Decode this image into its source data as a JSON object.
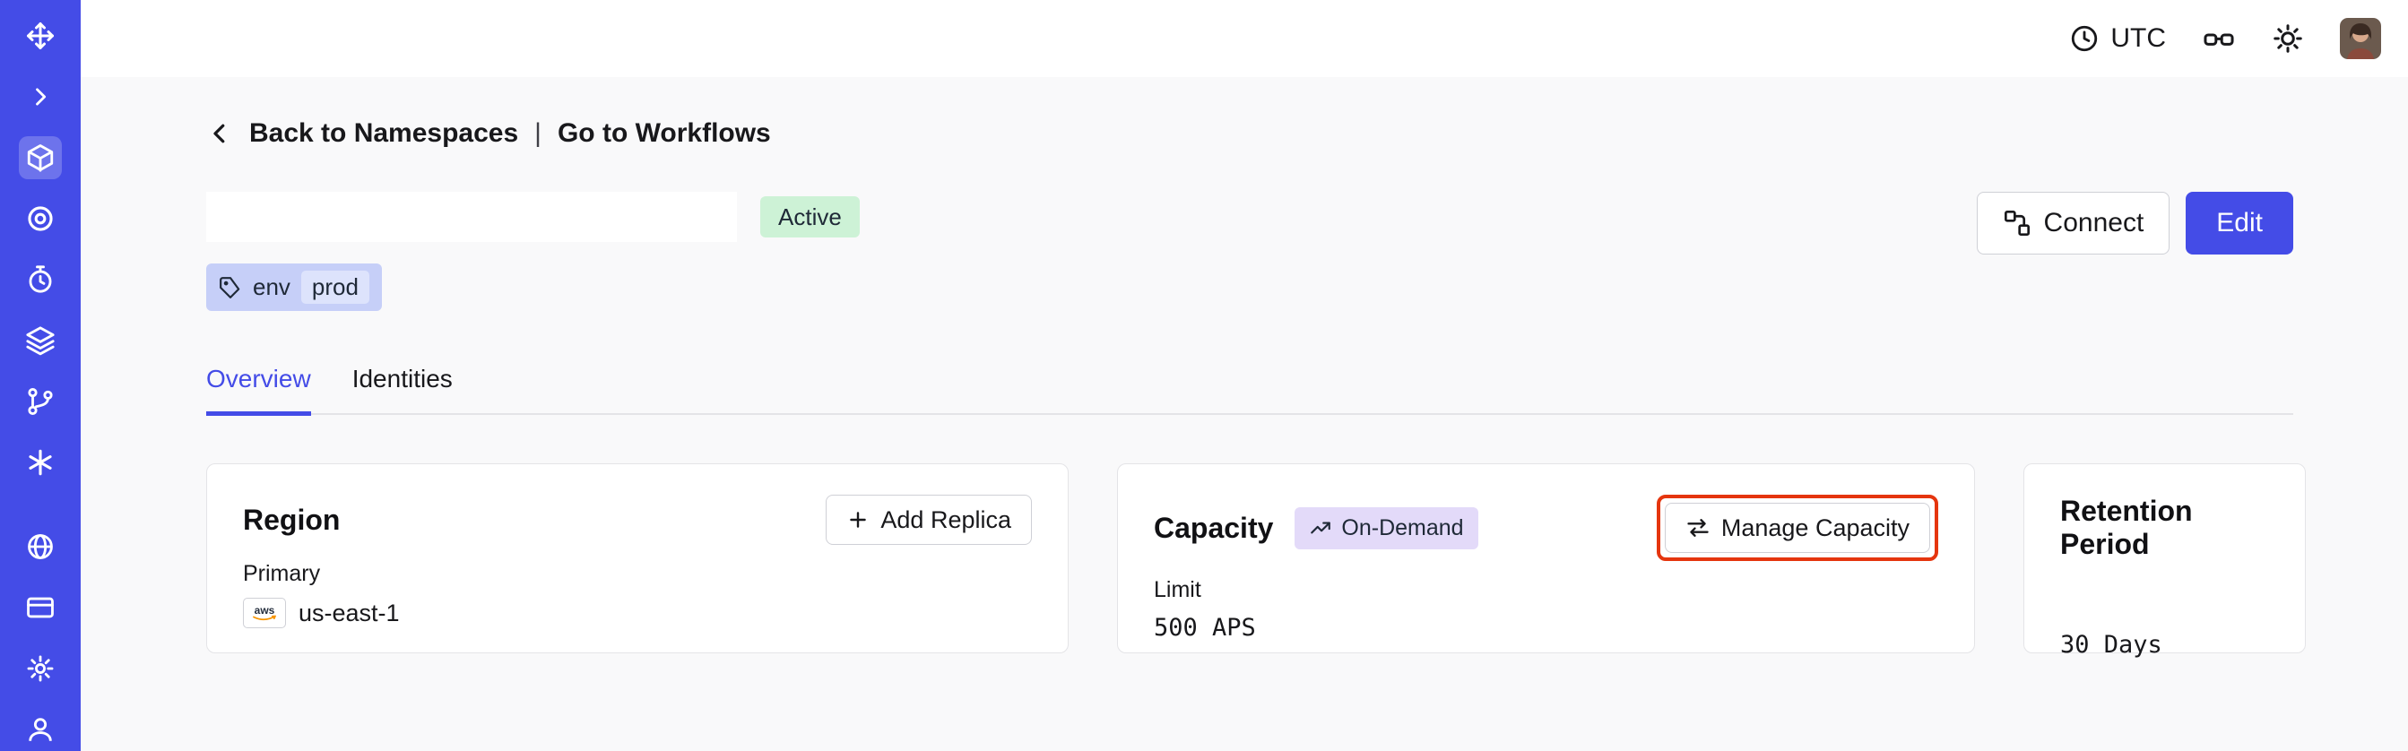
{
  "topbar": {
    "timezone": "UTC"
  },
  "nav": {
    "back": "Back to Namespaces",
    "divider": "|",
    "workflows": "Go to Workflows"
  },
  "header": {
    "status": "Active",
    "tag_key": "env",
    "tag_value": "prod",
    "connect": "Connect",
    "edit": "Edit"
  },
  "tabs": {
    "overview": "Overview",
    "identities": "Identities"
  },
  "cards": {
    "region": {
      "title": "Region",
      "add_replica": "Add Replica",
      "primary_label": "Primary",
      "provider": "aws",
      "value": "us-east-1"
    },
    "capacity": {
      "title": "Capacity",
      "badge": "On-Demand",
      "manage": "Manage Capacity",
      "limit_label": "Limit",
      "value": "500 APS"
    },
    "retention": {
      "title": "Retention Period",
      "value": "30 Days"
    }
  },
  "colors": {
    "sidebar_bg": "#444ce7",
    "accent": "#444ce7",
    "content_bg": "#f9f9fa",
    "card_border": "#e4e4e7",
    "active_badge_bg": "#cdf2d6",
    "tag_bg": "#c6cff8",
    "tag_inner_bg": "#dde3fc",
    "ondemand_bg": "#e3daf9",
    "annotation_red": "#e5350e"
  }
}
